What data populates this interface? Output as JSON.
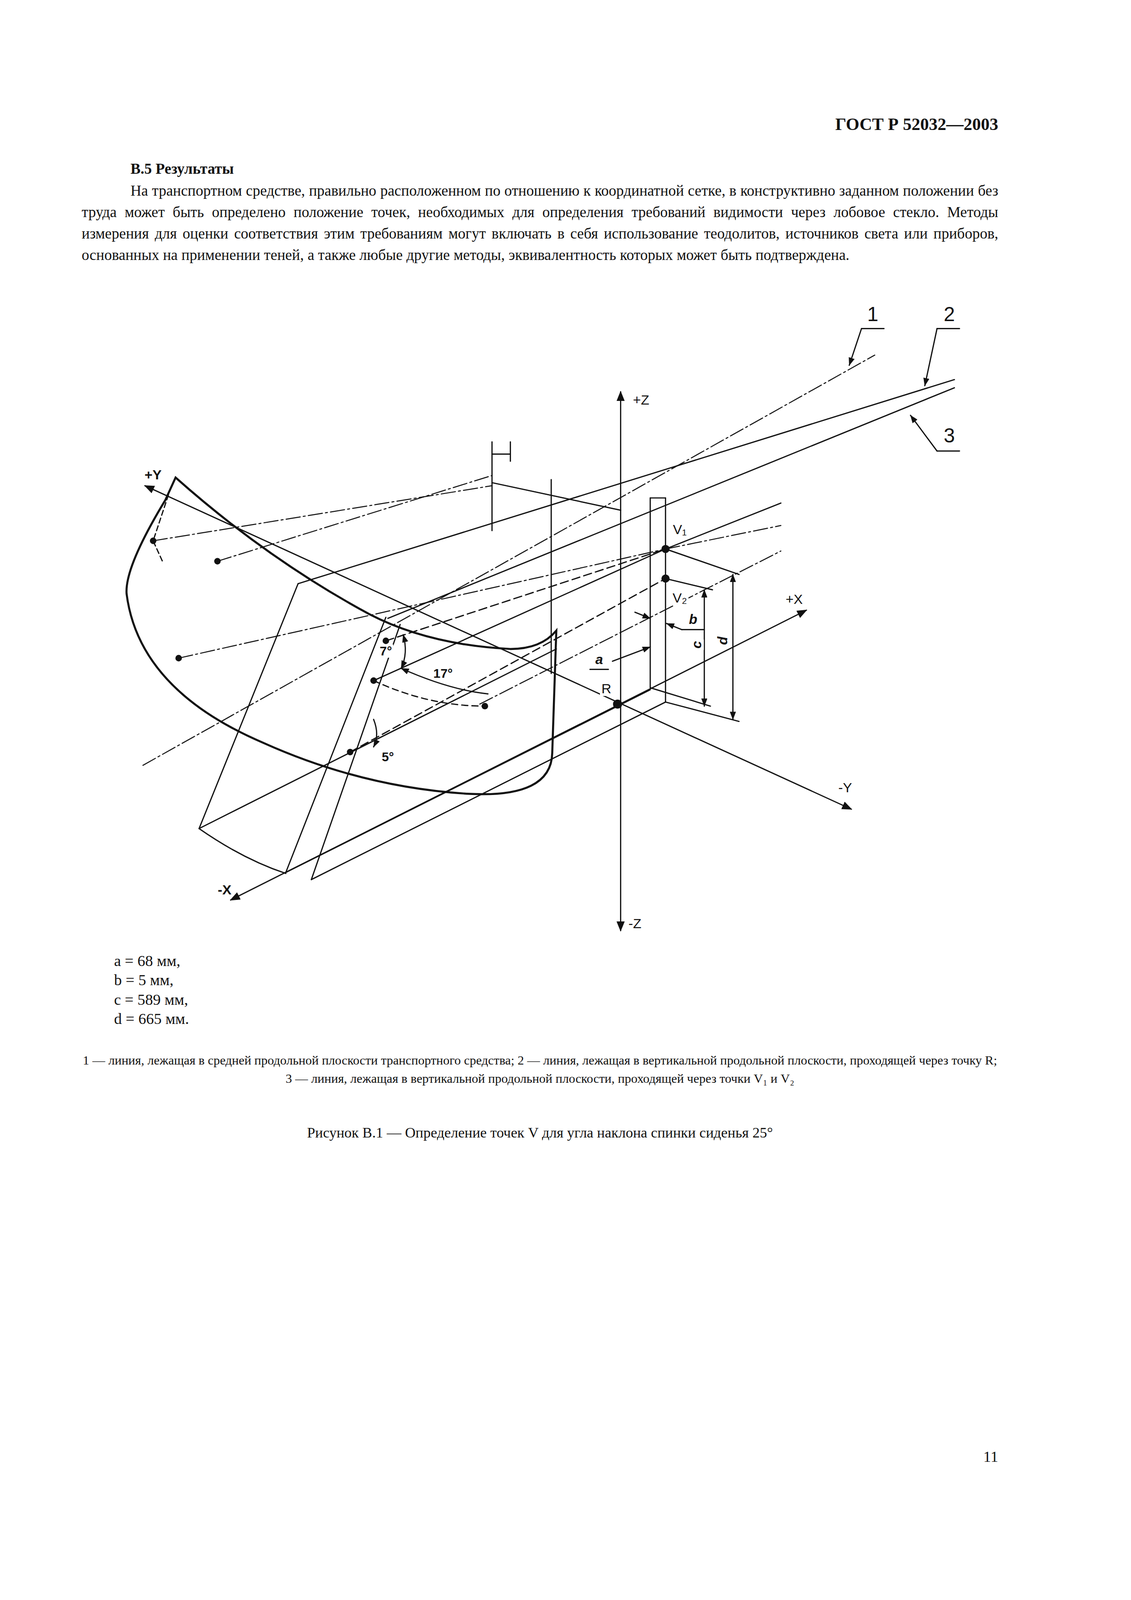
{
  "diagram": {
    "title": "ГОСТ Р 52032—2003",
    "caption": "Рисунок В.1 — Определение точек V для угла наклона спинки сиденья 25°",
    "labels": [
      "В.5 Результаты",
      "На транспортном средстве, правильно расположенном по отношению к координатной сетке, в конструктивно заданном положении без труда может быть определено положение точек, необходимых для определения требований видимости через лобовое стекло. Методы измерения для оценки соответствия этим требованиям могут включать в себя использование теодолитов, источников света или приборов, основанных на применении теней, а также любые другие методы, эквивалентность которых может быть подтверждена.",
      "1",
      "2",
      "3",
      "+Z",
      "+Y",
      "V₁",
      "V₂",
      "+X",
      "b",
      "c",
      "d",
      "a",
      "R",
      "7°",
      "17°",
      "5°",
      "-Y",
      "-X",
      "-Z",
      "a = 68 мм,",
      "b = 5 мм,",
      "c = 589 мм,",
      "d = 665 мм.",
      "1 — линия, лежащая в средней продольной плоскости транспортного средства; 2 — линия, лежащая в вертикальной продольной плоскости, проходящей через точку R; 3 — линия, лежащая в вертикальной продольной плоскости, проходящей через точки V₁ и V₂",
      "11"
    ]
  }
}
